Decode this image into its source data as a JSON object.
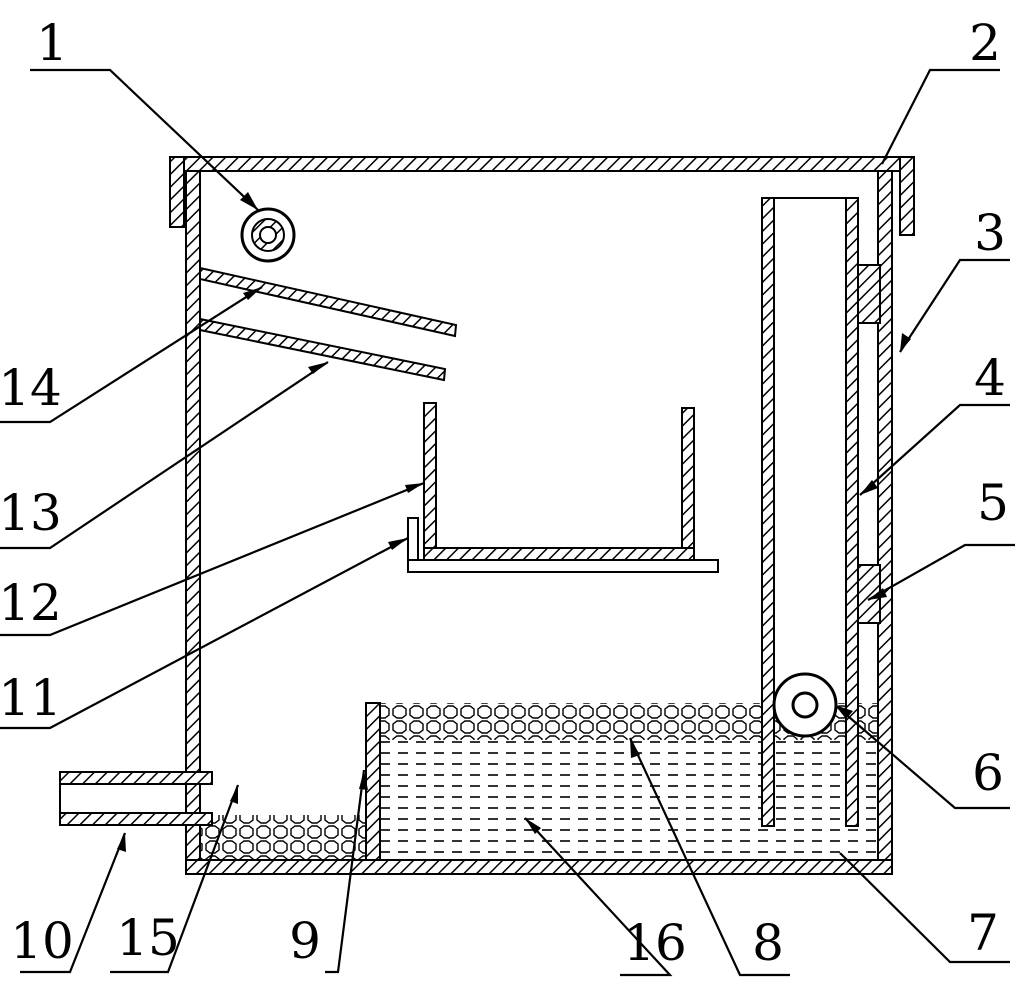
{
  "figure": {
    "callouts": [
      "1",
      "2",
      "3",
      "4",
      "5",
      "6",
      "7",
      "8",
      "9",
      "10",
      "11",
      "12",
      "13",
      "14",
      "15",
      "16"
    ]
  },
  "colors": {
    "ink": "#000000",
    "paper": "#ffffff"
  }
}
